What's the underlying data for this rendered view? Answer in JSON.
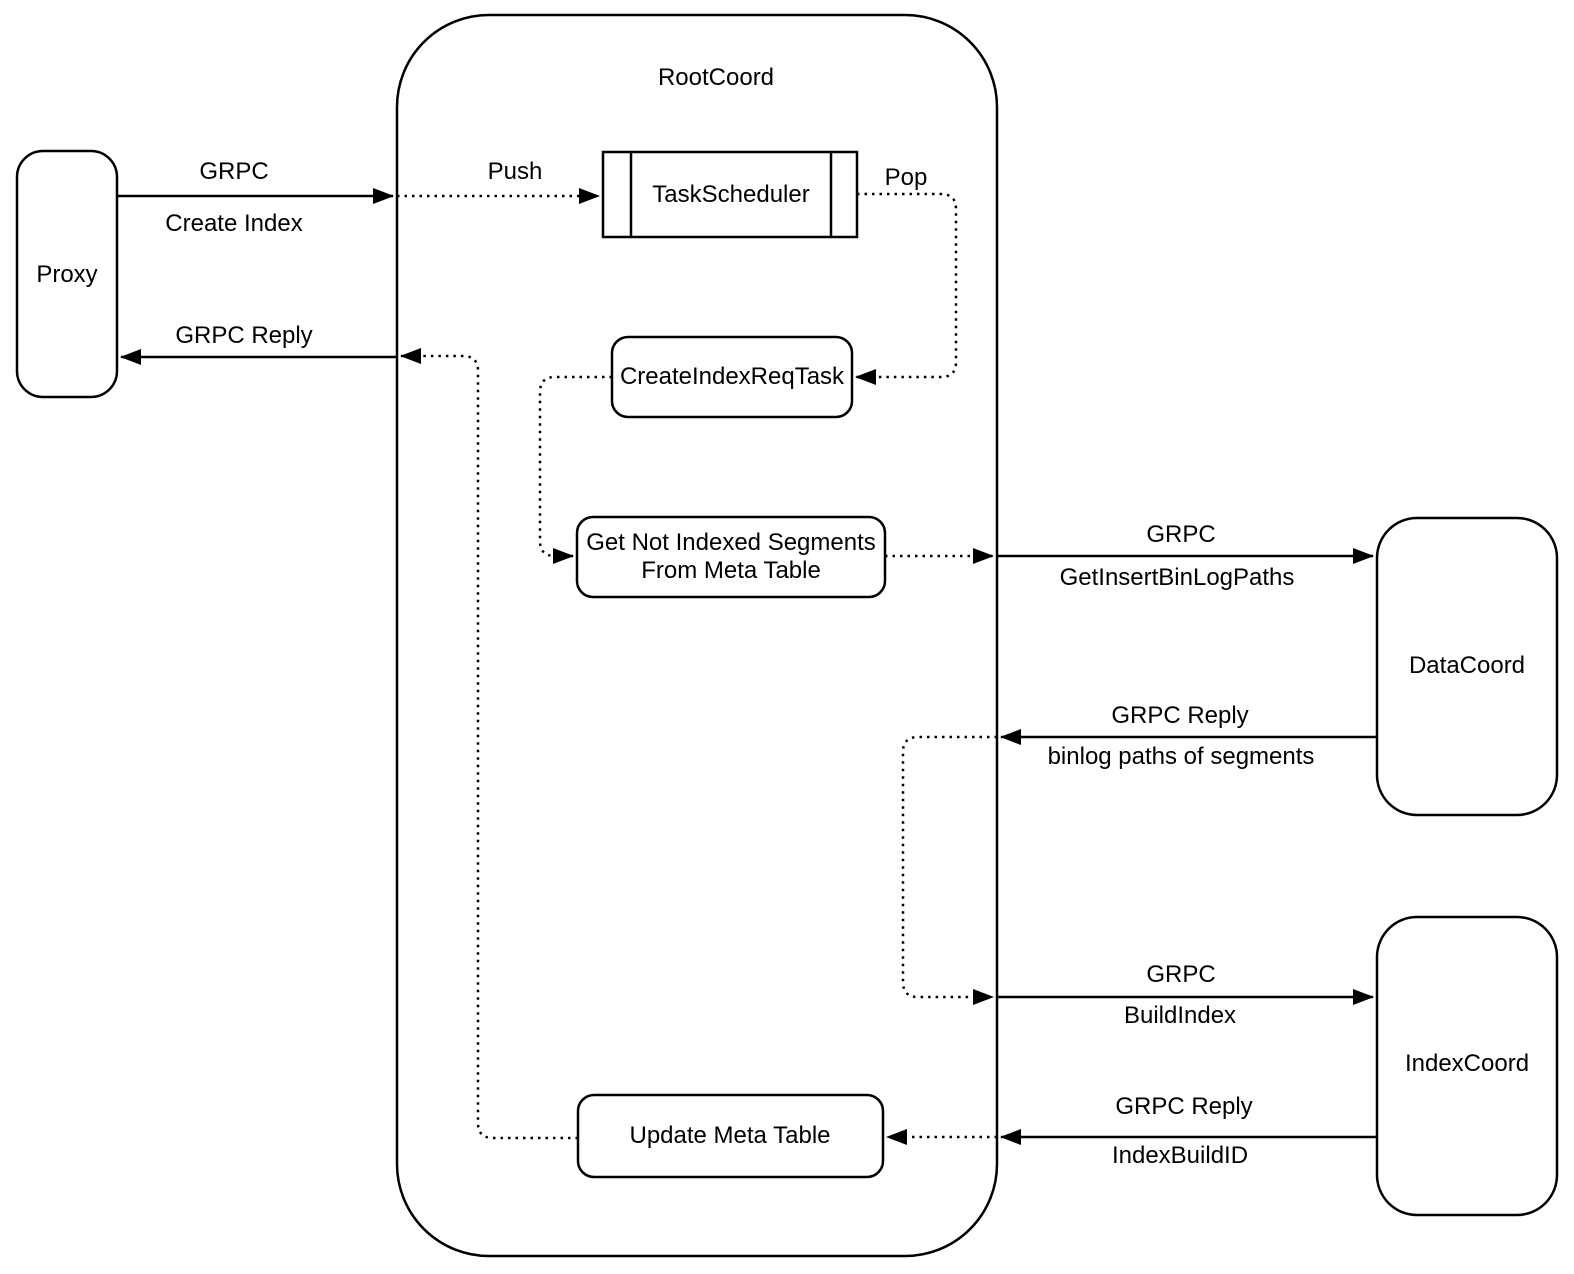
{
  "diagram": {
    "container_title": "RootCoord",
    "nodes": {
      "proxy": {
        "label": "Proxy"
      },
      "task_scheduler": {
        "label": "TaskScheduler"
      },
      "create_index_req_task": {
        "label": "CreateIndexReqTask"
      },
      "get_not_indexed_segments": {
        "label": "Get Not Indexed Segments From Meta Table"
      },
      "update_meta_table": {
        "label": "Update Meta Table"
      },
      "data_coord": {
        "label": "DataCoord"
      },
      "index_coord": {
        "label": "IndexCoord"
      }
    },
    "edges": {
      "grpc_create_index": {
        "line1": "GRPC",
        "line2": "Create Index"
      },
      "push": {
        "label": "Push"
      },
      "pop": {
        "label": "Pop"
      },
      "grpc_reply_proxy": {
        "label": "GRPC Reply"
      },
      "grpc_get_insert_binlog_paths": {
        "line1": "GRPC",
        "line2": "GetInsertBinLogPaths"
      },
      "grpc_reply_binlog_paths": {
        "line1": "GRPC Reply",
        "line2": "binlog paths of segments"
      },
      "grpc_build_index": {
        "line1": "GRPC",
        "line2": "BuildIndex"
      },
      "grpc_reply_index_build_id": {
        "line1": "GRPC Reply",
        "line2": "IndexBuildID"
      }
    },
    "colors": {
      "stroke": "#000000",
      "text": "#000000",
      "background": "#ffffff"
    }
  }
}
